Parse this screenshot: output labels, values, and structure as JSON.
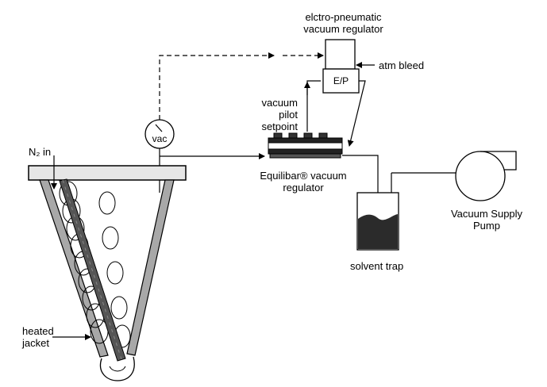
{
  "labels": {
    "ep_regulator": "elctro-pneumatic\nvacuum regulator",
    "ep_box": "E/P",
    "atm_bleed": "atm bleed",
    "vacuum_pilot_setpoint": "vacuum\npilot\nsetpoint",
    "equilibar_regulator": "Equilibar® vacuum\nregulator",
    "n2_in": "N₂ in",
    "vac_gauge": "vac",
    "solvent_trap": "solvent trap",
    "vacuum_supply_pump": "Vacuum Supply\nPump",
    "heated_jacket": "heated\njacket"
  }
}
